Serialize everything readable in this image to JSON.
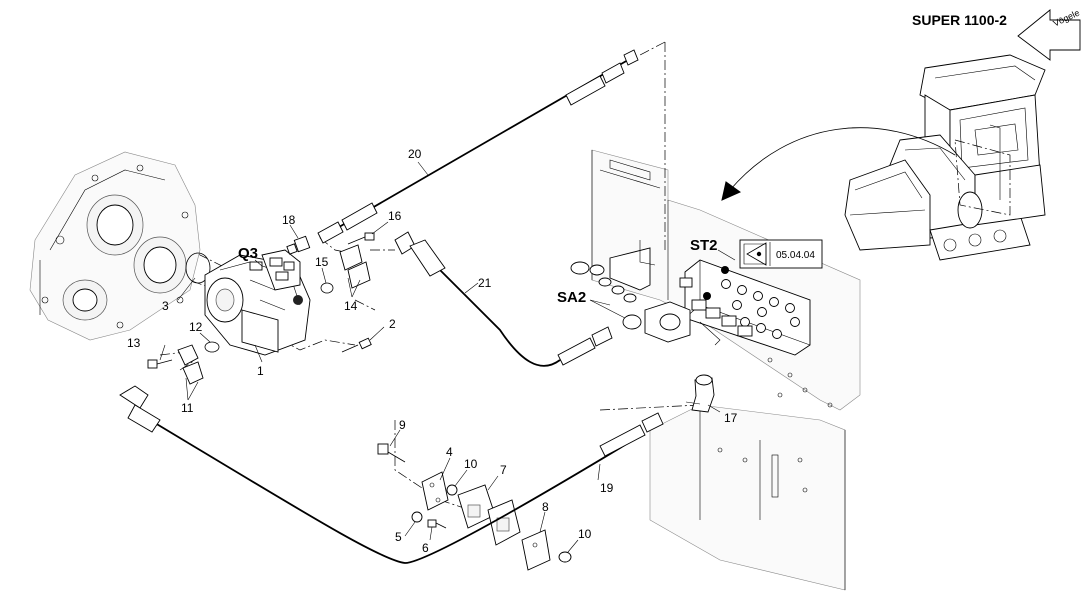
{
  "model": {
    "label": "SUPER 1100-2",
    "brand": "Vögele"
  },
  "labels": {
    "q3": "Q3",
    "st2": "ST2",
    "sa2": "SA2",
    "reference": "05.04.04"
  },
  "callouts": [
    {
      "id": "1",
      "text": "1"
    },
    {
      "id": "2",
      "text": "2"
    },
    {
      "id": "3",
      "text": "3"
    },
    {
      "id": "4",
      "text": "4"
    },
    {
      "id": "5",
      "text": "5"
    },
    {
      "id": "6",
      "text": "6"
    },
    {
      "id": "7",
      "text": "7"
    },
    {
      "id": "8",
      "text": "8"
    },
    {
      "id": "9",
      "text": "9"
    },
    {
      "id": "10a",
      "text": "10"
    },
    {
      "id": "10b",
      "text": "10"
    },
    {
      "id": "11",
      "text": "11"
    },
    {
      "id": "12",
      "text": "12"
    },
    {
      "id": "13",
      "text": "13"
    },
    {
      "id": "14",
      "text": "14"
    },
    {
      "id": "15",
      "text": "15"
    },
    {
      "id": "16",
      "text": "16"
    },
    {
      "id": "17",
      "text": "17"
    },
    {
      "id": "18",
      "text": "18"
    },
    {
      "id": "19",
      "text": "19"
    },
    {
      "id": "20",
      "text": "20"
    },
    {
      "id": "21",
      "text": "21"
    }
  ]
}
